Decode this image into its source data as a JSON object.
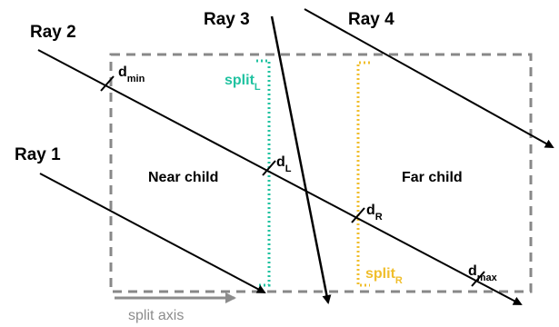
{
  "rays": {
    "ray1": "Ray 1",
    "ray2": "Ray 2",
    "ray3": "Ray 3",
    "ray4": "Ray 4"
  },
  "regions": {
    "near": "Near child",
    "far": "Far child"
  },
  "distances": {
    "dmin_main": "d",
    "dmin_sub": "min",
    "dL_main": "d",
    "dL_sub": "L",
    "dR_main": "d",
    "dR_sub": "R",
    "dmax_main": "d",
    "dmax_sub": "max"
  },
  "splits": {
    "left_main": "split",
    "left_sub": "L",
    "right_main": "split",
    "right_sub": "R"
  },
  "axis": {
    "label": "split axis"
  },
  "colors": {
    "split_left": "#20c2a0",
    "split_right": "#f0be2c",
    "box": "#888888",
    "axis": "#8c8c8c"
  }
}
